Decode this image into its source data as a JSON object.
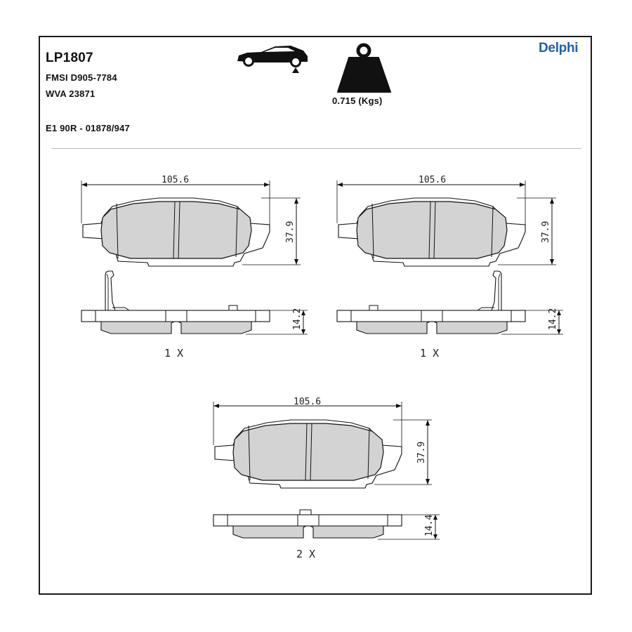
{
  "header": {
    "part_number": "LP1807",
    "fmsi": "FMSI D905-7784",
    "wva": "WVA 23871",
    "approval": "E1 90R - 01878/947",
    "weight": "0.715 (Kgs)",
    "brand": "Delphi"
  },
  "icons": {
    "car": "car-rear-axle-icon",
    "weight": "weight-icon"
  },
  "colors": {
    "brand": "#1f5faa",
    "watermark": "#eef3fa",
    "pad_fill": "#d3d3d3"
  },
  "drawings": [
    {
      "id": "top-left",
      "width_label": "105.6",
      "height_label": "37.9",
      "thickness_label": "14.2",
      "quantity": "1 X"
    },
    {
      "id": "top-right",
      "width_label": "105.6",
      "height_label": "37.9",
      "thickness_label": "14.2",
      "quantity": "1 X"
    },
    {
      "id": "bottom",
      "width_label": "105.6",
      "height_label": "37.9",
      "thickness_label": "14.4",
      "quantity": "2 X"
    }
  ]
}
